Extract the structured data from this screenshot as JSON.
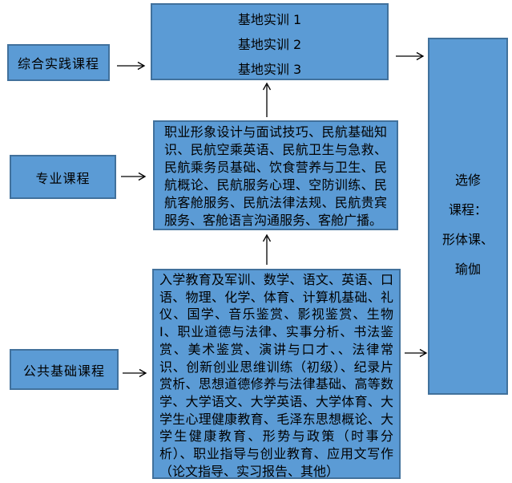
{
  "colors": {
    "background": "#ffffff",
    "box_fill": "#5b9bd5",
    "box_border": "#41719c",
    "text": "#000000",
    "arrow": "#000000"
  },
  "flowchart": {
    "left_boxes": [
      {
        "id": "comprehensive_practice",
        "label": "综合实践课程"
      },
      {
        "id": "professional",
        "label": "专业课程"
      },
      {
        "id": "public_basic",
        "label": "公共基础课程"
      }
    ],
    "top_box": {
      "id": "base_training",
      "lines": [
        "基地实训 1",
        "基地实训 2",
        "基地实训 3"
      ]
    },
    "middle_box": {
      "id": "professional_courses",
      "text": "职业形象设计与面试技巧、民航基础知识、民航空乘英语、民航卫生与急救、民航乘务员基础、饮食营养与卫生、民航概论、民航服务心理、空防训练、民航客舱服务、民航法律法规、民航贵宾服务、客舱语言沟通服务、客舱广播。"
    },
    "bottom_box": {
      "id": "public_basic_courses",
      "text": "入学教育及军训、数学、语文、英语、口语、物理、化学、体育、计算机基础、礼仪、国学、音乐鉴赏、影视鉴赏、生物Ⅰ、职业道德与法律、实事分析、书法鉴赏、美术鉴赏、演讲与口才、、法律常识、创新创业思维训练（初级）、纪录片赏析、思想道德修养与法律基础、高等数学、大学语文、大学英语、大学体育、大学生心理健康教育、毛泽东思想概论、大学生健康教育、形势与政策（时事分析）、职业指导与创业教育、应用文写作（论文指导、实习报告、其他）"
    },
    "right_box": {
      "id": "electives",
      "lines": [
        "选修",
        "课程：",
        "形体课、",
        "瑜伽"
      ]
    },
    "arrows": [
      {
        "from": "comprehensive_practice",
        "to": "base_training",
        "direction": "right"
      },
      {
        "from": "professional",
        "to": "professional_courses",
        "direction": "right"
      },
      {
        "from": "public_basic",
        "to": "public_basic_courses",
        "direction": "right"
      },
      {
        "from": "professional_courses",
        "to": "base_training",
        "direction": "up"
      },
      {
        "from": "public_basic_courses",
        "to": "professional_courses",
        "direction": "up"
      },
      {
        "from": "base_training",
        "to": "electives",
        "direction": "right"
      },
      {
        "from": "public_basic_courses",
        "to": "electives",
        "direction": "right"
      }
    ]
  }
}
